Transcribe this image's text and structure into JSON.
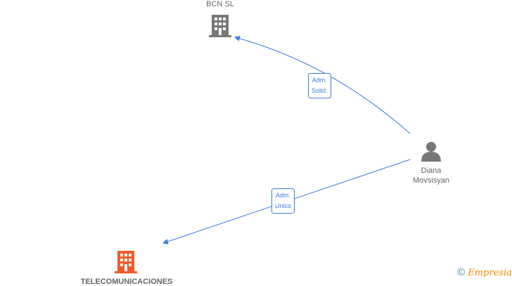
{
  "nodes": {
    "bcn": {
      "label": "BCN  SL",
      "color": "#777777"
    },
    "person": {
      "label_line1": "Diana",
      "label_line2": "Movsisyan",
      "color": "#777777"
    },
    "telecom": {
      "label": "TELECOMUNICACIONES",
      "color": "#f05a28"
    }
  },
  "edges": [
    {
      "line1": "Adm.",
      "line2": "Solid."
    },
    {
      "line1": "Adm.",
      "line2": "Unico"
    }
  ],
  "footer": {
    "copyright": "©",
    "brand": "Empresia",
    "brand_color": "#f08a00"
  },
  "edge_color": "#3a7be0"
}
